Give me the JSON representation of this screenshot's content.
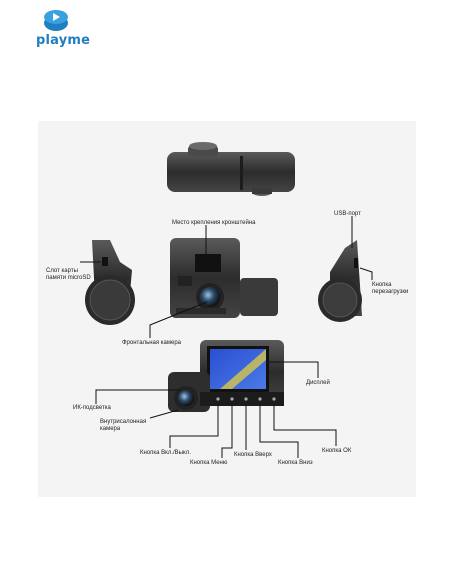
{
  "brand": {
    "name": "playme",
    "accent": "#1f7fc0"
  },
  "labels": {
    "mount": "Место крепления кронштейна",
    "usb": "USB-порт",
    "sd_line1": "Слот карты",
    "sd_line2": "памяти microSD",
    "reset_line1": "Кнопка",
    "reset_line2": "перезагрузки",
    "front_camera": "Фронтальная камера",
    "display": "Дисплей",
    "ir": "ИК-подсветка",
    "inner_line1": "Внутрисалонная",
    "inner_line2": "камера",
    "power": "Кнопка Вкл./Выкл.",
    "menu": "Кнопка Меню",
    "up": "Кнопка Вверх",
    "down": "Кнопка Вниз",
    "ok": "Кнопка ОК"
  }
}
